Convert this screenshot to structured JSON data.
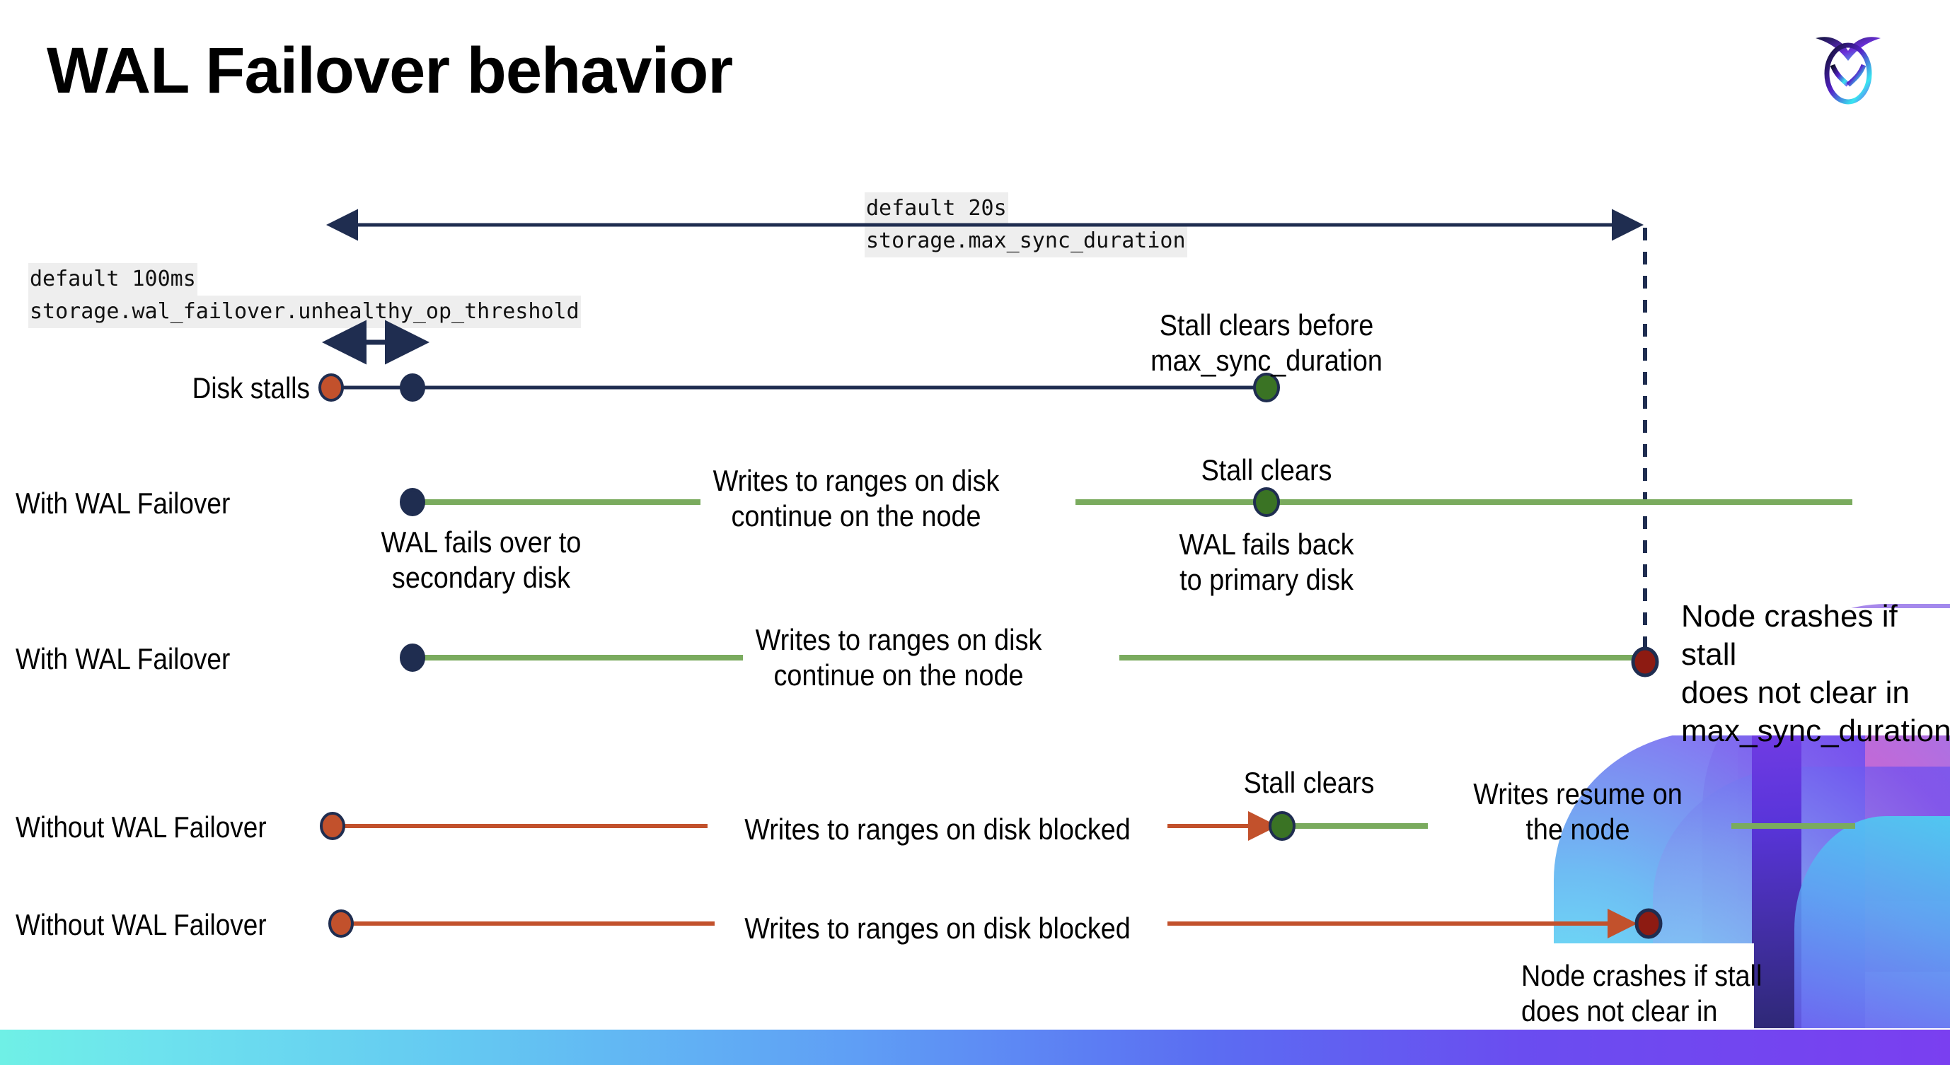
{
  "slide": {
    "title": "WAL Failover behavior",
    "logo_name": "cockroachdb-logo"
  },
  "annotations": {
    "max_sync_duration": {
      "default": "default 20s",
      "setting": "storage.max_sync_duration"
    },
    "unhealthy_op_threshold": {
      "default": "default 100ms",
      "setting": "storage.wal_failover.unhealthy_op_threshold"
    }
  },
  "rows": [
    {
      "id": "disk-stalls",
      "label": "Disk stalls",
      "notes": [
        "Stall clears before\nmax_sync_duration"
      ]
    },
    {
      "id": "with-wal-failover-1",
      "label": "With WAL Failover",
      "notes": [
        "WAL fails over to\nsecondary disk",
        "Writes to ranges on disk\ncontinue on the node",
        "Stall clears",
        "WAL fails  back\nto primary disk"
      ]
    },
    {
      "id": "with-wal-failover-2",
      "label": "With WAL Failover",
      "notes": [
        "Writes to ranges on disk\ncontinue on the node",
        "Node crashes if stall\ndoes not clear in\nmax_sync_duration"
      ]
    },
    {
      "id": "without-wal-failover-1",
      "label": "Without WAL Failover",
      "notes": [
        "Writes to ranges on disk  blocked",
        "Stall clears",
        "Writes resume on\nthe node"
      ]
    },
    {
      "id": "without-wal-failover-2",
      "label": "Without WAL Failover",
      "notes": [
        "Writes to ranges on disk  blocked",
        "Node crashes if stall\ndoes not clear in\nmax_sync_duration"
      ]
    }
  ],
  "colors": {
    "navy": "#1f2d50",
    "green_line": "#7aab5e",
    "green_dot": "#3a7324",
    "orange": "#c2512c",
    "dark_red": "#8d1b12",
    "code_bg": "#eeeeee"
  }
}
